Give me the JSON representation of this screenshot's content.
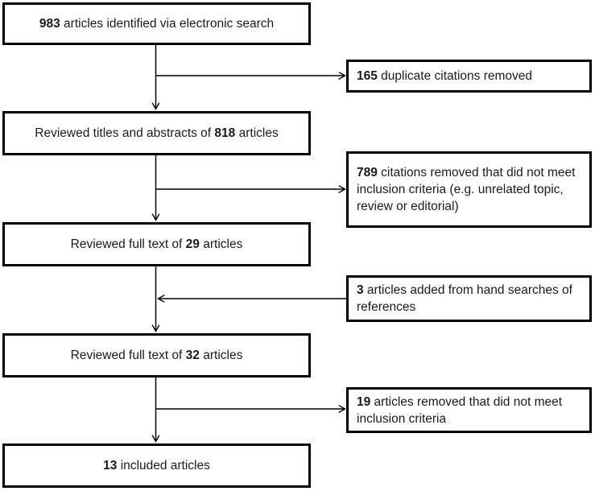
{
  "diagram": {
    "type": "flowchart",
    "line_color": "#000000",
    "background_color": "#ffffff",
    "left_boxes": [
      {
        "id": "identified",
        "prefix": "",
        "number": "983",
        "suffix": " articles identified via electronic search"
      },
      {
        "id": "titles",
        "prefix": "Reviewed titles and abstracts of ",
        "number": "818",
        "suffix": " articles"
      },
      {
        "id": "fulltext29",
        "prefix": "Reviewed full text of ",
        "number": "29",
        "suffix": " articles"
      },
      {
        "id": "fulltext32",
        "prefix": "Reviewed full text of ",
        "number": "32",
        "suffix": " articles"
      },
      {
        "id": "included",
        "prefix": "",
        "number": "13",
        "suffix": " included articles"
      }
    ],
    "right_boxes": [
      {
        "id": "duplicates",
        "prefix": "",
        "number": "165",
        "suffix": " duplicate citations removed"
      },
      {
        "id": "notmeet789",
        "prefix": "",
        "number": "789",
        "suffix": " citations removed that did not meet inclusion criteria (e.g. unrelated topic, review or editorial)"
      },
      {
        "id": "handsearch",
        "prefix": "",
        "number": "3",
        "suffix": " articles added from hand searches of references"
      },
      {
        "id": "notmeet19",
        "prefix": "",
        "number": "19",
        "suffix": " articles removed that did not meet inclusion criteria"
      }
    ]
  }
}
